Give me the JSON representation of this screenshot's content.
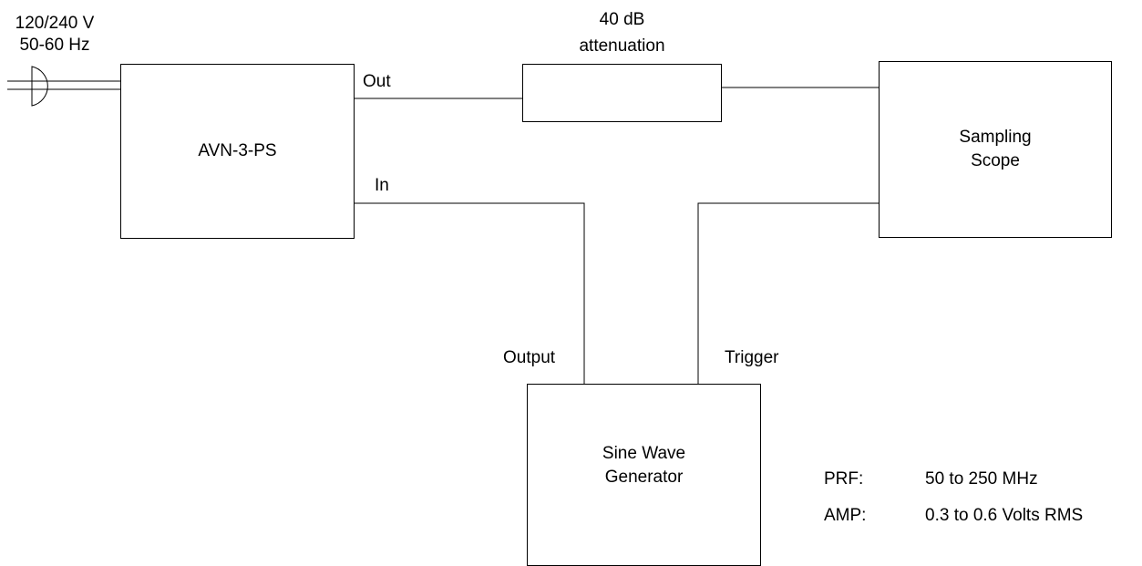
{
  "power": {
    "voltage": "120/240 V",
    "frequency": "50-60 Hz"
  },
  "attenuator": {
    "line1": "40 dB",
    "line2": "attenuation"
  },
  "avn": {
    "name": "AVN-3-PS",
    "out_port": "Out",
    "in_port": "In"
  },
  "scope": {
    "line1": "Sampling",
    "line2": "Scope"
  },
  "generator": {
    "line1": "Sine Wave",
    "line2": "Generator",
    "output_port": "Output",
    "trigger_port": "Trigger"
  },
  "specs": [
    {
      "key": "PRF:",
      "value": "50 to 250 MHz"
    },
    {
      "key": "AMP:",
      "value": "0.3 to 0.6 Volts RMS"
    }
  ]
}
